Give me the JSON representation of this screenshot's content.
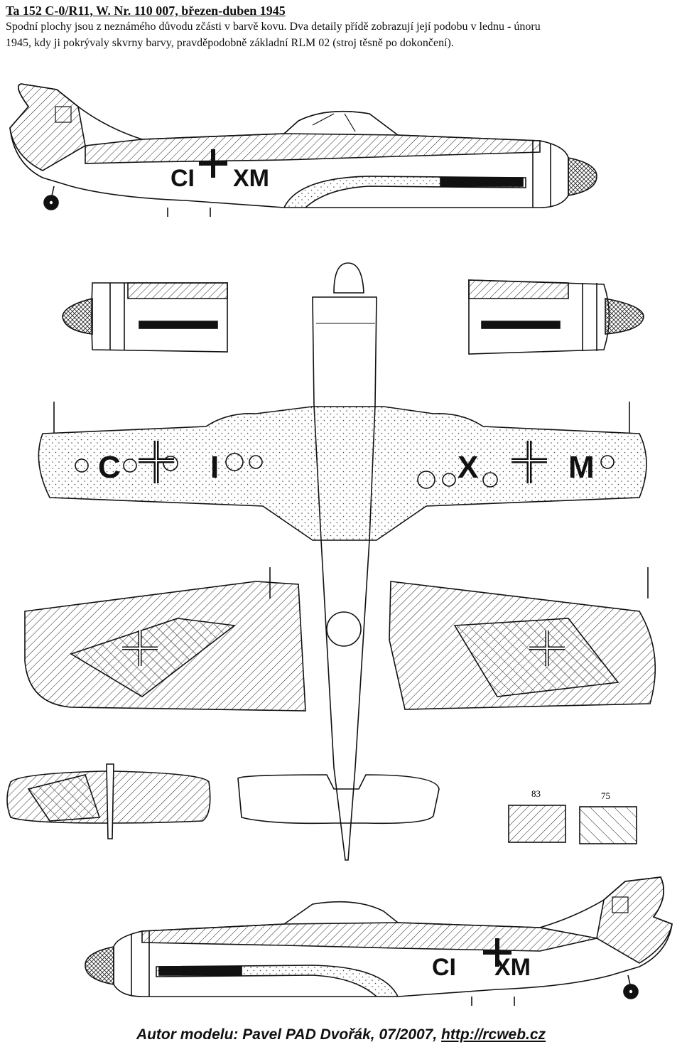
{
  "header": {
    "title": "Ta 152 C-0/R11, W. Nr. 110 007, březen-duben 1945",
    "description": "Spodní plochy jsou z neznámého důvodu zčásti v barvě kovu. Dva detaily přídě zobrazují její podobu v lednu - únoru\n1945, kdy ji pokrývaly skvrny barvy, pravděpodobně základní RLM 02 (stroj těsně po dokončení)."
  },
  "markings": {
    "side_code_left": "CI",
    "side_code_right": "XM",
    "wing_code_1": "C",
    "wing_code_2": "I",
    "wing_code_3": "X",
    "wing_code_4": "M"
  },
  "legend": {
    "swatch_1_label": "83",
    "swatch_2_label": "75"
  },
  "footer": {
    "author_prefix": "Autor modelu: Pavel PAD Dvořák, 07/2007, ",
    "link_text": "http://rcweb.cz"
  },
  "colors": {
    "ink": "#111111",
    "paper": "#ffffff"
  }
}
